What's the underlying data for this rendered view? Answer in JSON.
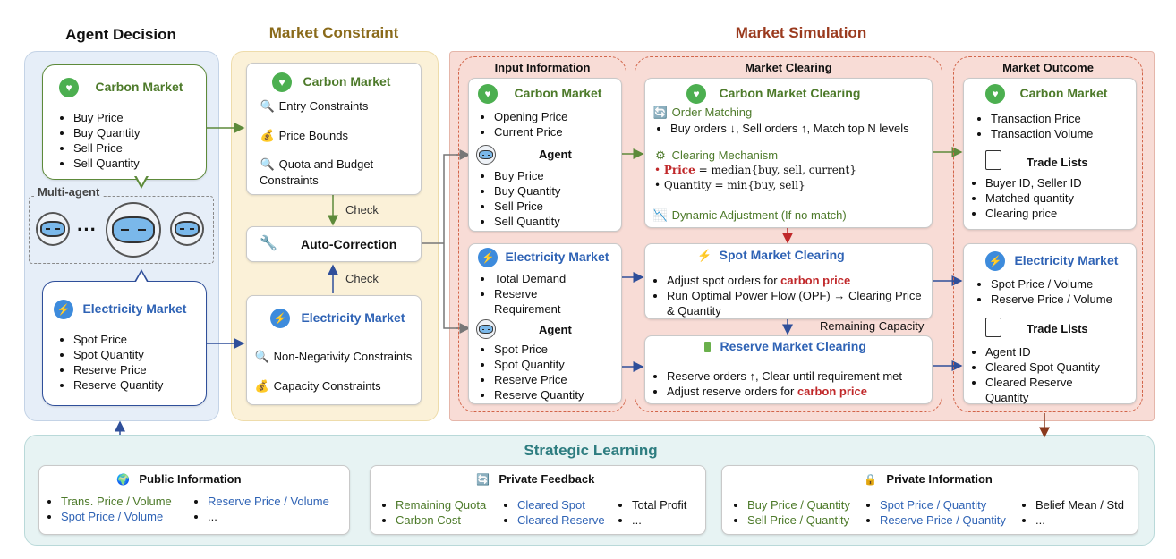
{
  "headers": {
    "agent_decision": "Agent Decision",
    "market_constraint": "Market Constraint",
    "market_simulation": "Market Simulation",
    "strategic_learning": "Strategic Learning"
  },
  "agent_decision": {
    "carbon": {
      "title": "Carbon Market",
      "items": [
        "Buy Price",
        "Buy Quantity",
        "Sell Price",
        "Sell Quantity"
      ]
    },
    "multi_agent_label": "Multi-agent",
    "ellipsis": "···",
    "electricity": {
      "title": "Electricity Market",
      "items": [
        "Spot Price",
        "Spot Quantity",
        "Reserve Price",
        "Reserve Quantity"
      ]
    }
  },
  "market_constraint": {
    "carbon": {
      "title": "Carbon Market",
      "items": [
        "Entry Constraints",
        "Price Bounds",
        "Quota and Budget Constraints"
      ]
    },
    "check_top": "Check",
    "auto_correction": "Auto-Correction",
    "check_bottom": "Check",
    "electricity": {
      "title": "Electricity Market",
      "items": [
        "Non-Negativity Constraints",
        "Capacity Constraints"
      ]
    }
  },
  "input_information": {
    "title": "Input Information",
    "carbon": {
      "title": "Carbon Market",
      "items": [
        "Opening Price",
        "Current Price"
      ]
    },
    "agent1": {
      "title": "Agent",
      "items": [
        "Buy Price",
        "Buy Quantity",
        "Sell Price",
        "Sell Quantity"
      ]
    },
    "electricity": {
      "title": "Electricity Market",
      "items": [
        "Total Demand",
        "Reserve Requirement"
      ]
    },
    "agent2": {
      "title": "Agent",
      "items": [
        "Spot Price",
        "Spot Quantity",
        "Reserve Price",
        "Reserve Quantity"
      ]
    }
  },
  "market_clearing": {
    "title": "Market Clearing",
    "carbon_clearing": {
      "title": "Carbon Market Clearing",
      "order_matching": "Order Matching",
      "order_rule": "Buy orders ↓, Sell orders ↑, Match top N levels",
      "clearing_mechanism": "Clearing Mechanism",
      "price_label": "Price",
      "price_formula": "= median{buy, sell, current}",
      "quantity_label": "Quantity",
      "quantity_formula": "= min{buy, sell}",
      "dynamic_adjustment": "Dynamic Adjustment (If no match)"
    },
    "spot_clearing": {
      "title": "Spot Market Clearing",
      "item1_prefix": "Adjust spot orders for ",
      "item1_red": "carbon price",
      "item2": "Run Optimal Power Flow (OPF) → Clearing Price & Quantity"
    },
    "remaining_capacity": "Remaining Capacity",
    "reserve_clearing": {
      "title": "Reserve Market Clearing",
      "item1": "Reserve orders ↑, Clear until requirement met",
      "item2_prefix": "Adjust reserve orders for ",
      "item2_red": "carbon price"
    }
  },
  "market_outcome": {
    "title": "Market Outcome",
    "carbon": {
      "title": "Carbon Market",
      "items": [
        "Transaction Price",
        "Transaction Volume"
      ]
    },
    "trade_lists_1": {
      "title": "Trade Lists",
      "items": [
        "Buyer ID, Seller ID",
        "Matched quantity",
        "Clearing price"
      ]
    },
    "electricity": {
      "title": "Electricity Market",
      "items": [
        "Spot Price / Volume",
        "Reserve Price / Volume"
      ]
    },
    "trade_lists_2": {
      "title": "Trade Lists",
      "items": [
        "Agent ID",
        "Cleared Spot Quantity",
        "Cleared Reserve Quantity"
      ]
    }
  },
  "strategic_learning": {
    "public_info": {
      "title": "Public Information",
      "col1": [
        "Trans. Price / Volume",
        "Spot Price / Volume"
      ],
      "col2": [
        "Reserve Price / Volume",
        "..."
      ]
    },
    "private_feedback": {
      "title": "Private Feedback",
      "col1": [
        "Remaining Quota",
        "Carbon Cost"
      ],
      "col2": [
        "Cleared Spot",
        "Cleared Reserve"
      ],
      "col3": [
        "Total Profit",
        "..."
      ]
    },
    "private_info": {
      "title": "Private Information",
      "col1": [
        "Buy Price / Quantity",
        "Sell Price / Quantity"
      ],
      "col2": [
        "Spot Price / Quantity",
        "Reserve Price / Quantity"
      ],
      "col3": [
        "Belief Mean / Std",
        "..."
      ]
    }
  },
  "colors": {
    "carbon_green": "#4d7a2a",
    "electricity_blue": "#2f63b5",
    "highlight_red": "#c0282a",
    "agent_panel_bg": "#e6eef8",
    "constraint_panel_bg": "#fbf1d8",
    "simulation_panel_bg": "#f8dcd6",
    "learning_panel_bg": "#e7f3f3"
  }
}
